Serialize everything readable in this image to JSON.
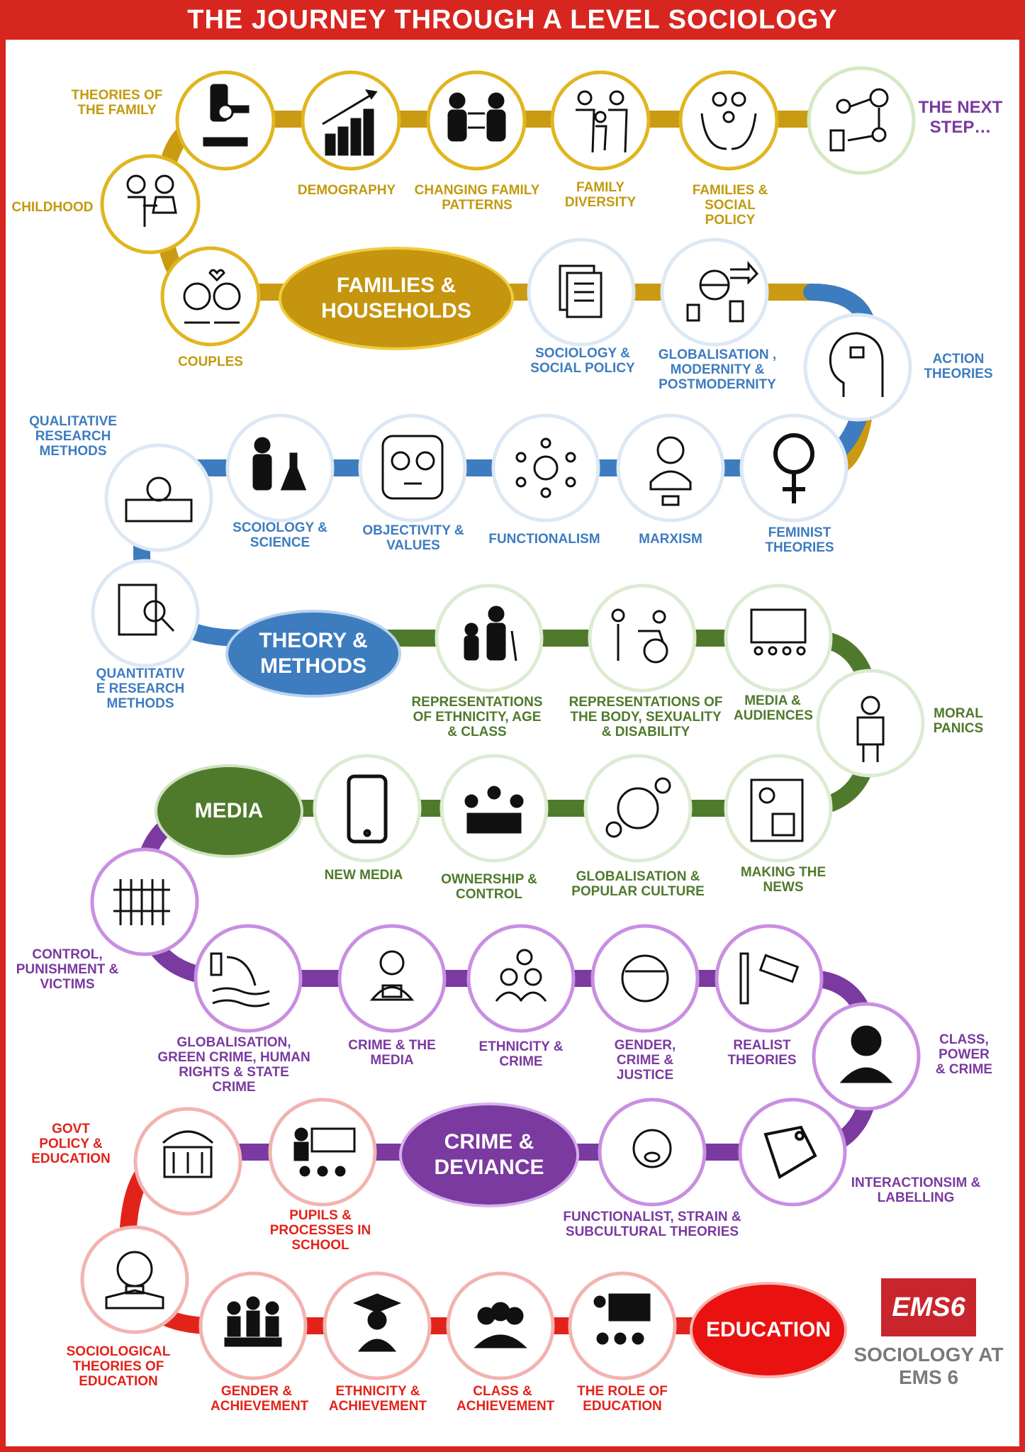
{
  "header": {
    "title": "THE JOURNEY THROUGH A LEVEL SOCIOLOGY"
  },
  "colors": {
    "families": "#e1b51f",
    "theory": "#3d7cbf",
    "media": "#4f7a2c",
    "crime": "#7a3aa0",
    "education": "#e2231a",
    "next": "#7a3aa0",
    "border": "#d7261f"
  },
  "sections": {
    "families": "FAMILIES & HOUSEHOLDS",
    "theory": "THEORY & METHODS",
    "media": "MEDIA",
    "crime": "CRIME & DEVIANCE",
    "education": "EDUCATION"
  },
  "topics": {
    "theories_family": "THEORIES OF THE FAMILY",
    "demography": "DEMOGRAPHY",
    "changing_patterns": "CHANGING FAMILY PATTERNS",
    "family_diversity": "FAMILY DIVERSITY",
    "families_policy": "FAMILIES & SOCIAL POLICY",
    "next_step": "THE NEXT STEP…",
    "childhood": "CHILDHOOD",
    "couples": "COUPLES",
    "sociology_policy": "SOCIOLOGY & SOCIAL POLICY",
    "globalisation_modernity": "GLOBALISATION , MODERNITY & POSTMODERNITY",
    "action_theories": "ACTION THEORIES",
    "qualitative": "QUALITATIVE RESEARCH METHODS",
    "sociology_science": "SCOIOLOGY & SCIENCE",
    "objectivity": "OBJECTIVITY & VALUES",
    "functionalism": "FUNCTIONALISM",
    "marxism": "MARXISM",
    "feminist": "FEMINIST THEORIES",
    "quantitative": "QUANTITATIV E RESEARCH METHODS",
    "rep_ethnicity": "REPRESENTATIONS OF ETHNICITY, AGE & CLASS",
    "rep_body": "REPRESENTATIONS OF THE BODY, SEXUALITY & DISABILITY",
    "media_audiences": "MEDIA & AUDIENCES",
    "moral_panics": "MORAL PANICS",
    "new_media": "NEW MEDIA",
    "ownership": "OWNERSHIP & CONTROL",
    "glob_culture": "GLOBALISATION & POPULAR CULTURE",
    "making_news": "MAKING THE NEWS",
    "control_punishment": "CONTROL, PUNISHMENT & VICTIMS",
    "green_crime": "GLOBALISATION, GREEN CRIME, HUMAN RIGHTS & STATE CRIME",
    "crime_media": "CRIME & THE MEDIA",
    "ethnicity_crime": "ETHNICITY & CRIME",
    "gender_crime": "GENDER, CRIME & JUSTICE",
    "realist": "REALIST THEORIES",
    "class_power": "CLASS, POWER & CRIME",
    "govt_policy": "GOVT POLICY & EDUCATION",
    "pupils_processes": "PUPILS & PROCESSES IN SCHOOL",
    "functionalist_strain": "FUNCTIONALIST, STRAIN & SUBCULTURAL THEORIES",
    "interactionism": "INTERACTIONSIM & LABELLING",
    "soc_theories_edu": "SOCIOLOGICAL THEORIES OF EDUCATION",
    "gender_achievement": "GENDER & ACHIEVEMENT",
    "ethnicity_achievement": "ETHNICITY & ACHIEVEMENT",
    "class_achievement": "CLASS & ACHIEVEMENT",
    "role_education": "THE ROLE OF EDUCATION"
  },
  "logo": {
    "mark": "EMS6",
    "caption": "SOCIOLOGY AT EMS 6"
  }
}
